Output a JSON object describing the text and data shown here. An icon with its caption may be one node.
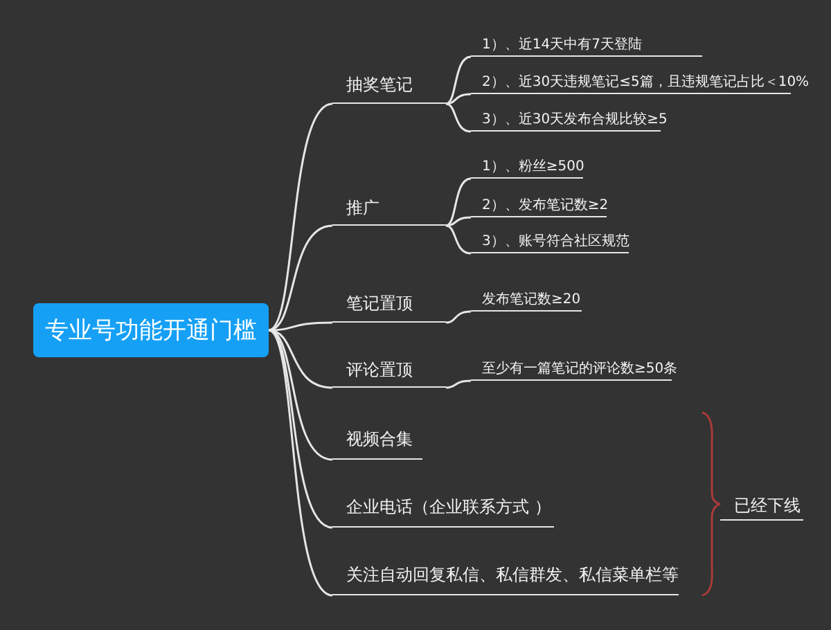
{
  "diagram": {
    "nodes": [
      {
        "text": [
          "专业号功能开通门槛"
        ]
      },
      {
        "text": [
          "抽奖笔记"
        ]
      },
      {
        "text": [
          "1）、近14天中有7天登陆"
        ]
      },
      {
        "text": [
          "2）、近30天违规笔记≤5篇，且违规笔记占比＜10%"
        ]
      },
      {
        "text": [
          "3）、近30天发布合规比较≥5"
        ]
      },
      {
        "text": [
          "推广"
        ]
      },
      {
        "text": [
          "1）、粉丝≥500"
        ]
      },
      {
        "text": [
          "2）、发布笔记数≥2"
        ]
      },
      {
        "text": [
          "3）、账号符合社区规范"
        ]
      },
      {
        "text": [
          "笔记置顶"
        ]
      },
      {
        "text": [
          "发布笔记数≥20"
        ]
      },
      {
        "text": [
          "评论置顶"
        ]
      },
      {
        "text": [
          "至少有一篇笔记的评论数≥50条"
        ]
      },
      {
        "text": [
          "视频合集"
        ]
      },
      {
        "text": [
          "企业电话（企业联系方式 ）"
        ]
      },
      {
        "text": [
          "关注自动回复私信、私信群发、私信菜单栏等"
        ]
      },
      {
        "text": [
          "已经下线"
        ]
      }
    ],
    "edges": [
      {
        "from": 0,
        "to": 1,
        "arrow": "none"
      },
      {
        "from": 1,
        "to": 2,
        "arrow": "none"
      },
      {
        "from": 1,
        "to": 3,
        "arrow": "none"
      },
      {
        "from": 1,
        "to": 4,
        "arrow": "none"
      },
      {
        "from": 0,
        "to": 5,
        "arrow": "none"
      },
      {
        "from": 5,
        "to": 6,
        "arrow": "none"
      },
      {
        "from": 5,
        "to": 7,
        "arrow": "none"
      },
      {
        "from": 5,
        "to": 8,
        "arrow": "none"
      },
      {
        "from": 0,
        "to": 9,
        "arrow": "none"
      },
      {
        "from": 9,
        "to": 10,
        "arrow": "none"
      },
      {
        "from": 0,
        "to": 11,
        "arrow": "none"
      },
      {
        "from": 11,
        "to": 12,
        "arrow": "none"
      },
      {
        "from": 0,
        "to": 13,
        "arrow": "none"
      },
      {
        "from": 0,
        "to": 14,
        "arrow": "none"
      },
      {
        "from": 0,
        "to": 15,
        "arrow": "none"
      }
    ]
  }
}
